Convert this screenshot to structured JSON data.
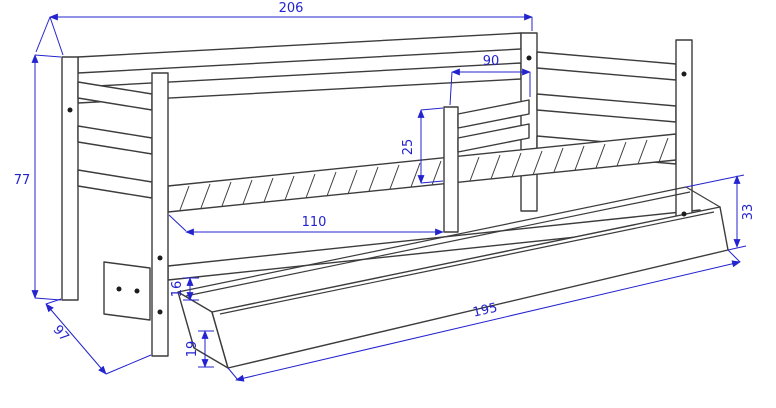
{
  "drawing": {
    "type": "technical dimension drawing",
    "subject": "single bed frame with guard rail, slatted base and pull-out storage drawer",
    "background": "#ffffff"
  },
  "colors": {
    "dimension": "#2323cf",
    "outline": "#3c3c3c",
    "dot": "#1c1c1c"
  },
  "dimensions": {
    "overall_length": "206",
    "guard_rail_length": "90",
    "overall_height": "77",
    "guard_rail_height": "25",
    "side_opening_length": "110",
    "drawer_height": "33",
    "drawer_clearance": "16",
    "drawer_front_height": "19",
    "overall_depth": "97",
    "drawer_length": "195"
  }
}
